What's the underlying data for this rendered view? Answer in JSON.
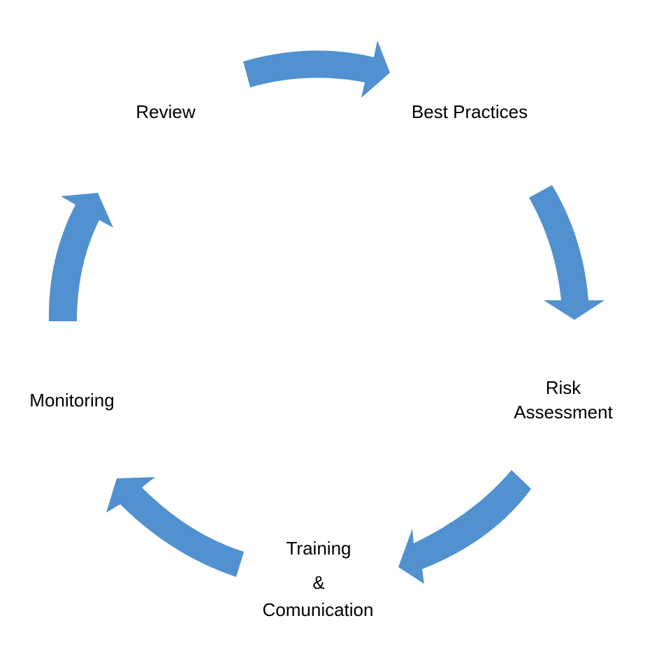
{
  "title": "Process cycle",
  "colors": {
    "arrow": "#5191cf",
    "text": "#000000"
  },
  "stages": [
    {
      "label": "Best Practices"
    },
    {
      "label_lines": [
        "Risk",
        "Assessment"
      ]
    },
    {
      "label_lines": [
        "Training",
        "&",
        "Comunication"
      ]
    },
    {
      "label": "Monitoring"
    },
    {
      "label": "Review"
    }
  ]
}
